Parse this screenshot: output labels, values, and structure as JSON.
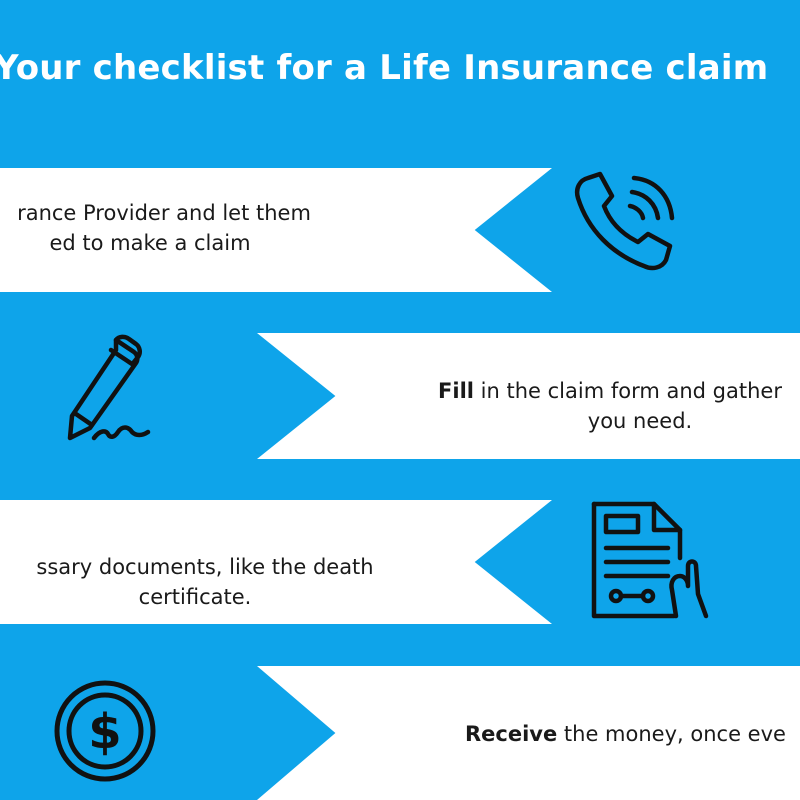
{
  "title": "Your checklist for a Life Insurance claim",
  "steps": [
    {
      "line1": "rance Provider and let them",
      "line2": "ed to make a claim",
      "icon": "phone-icon"
    },
    {
      "bold": "Fill",
      "line1_rest": " in the claim form and gather",
      "line2": "you need.",
      "icon": "pencil-icon"
    },
    {
      "line1": "ssary documents, like the death",
      "line2": "certificate.",
      "icon": "document-hand-icon"
    },
    {
      "bold": "Receive",
      "line1_rest": " the money, once eve",
      "icon": "dollar-coin-icon"
    }
  ],
  "colors": {
    "background": "#0ea4ea",
    "ribbon": "#ffffff",
    "icon_stroke": "#111111",
    "title": "#ffffff"
  }
}
